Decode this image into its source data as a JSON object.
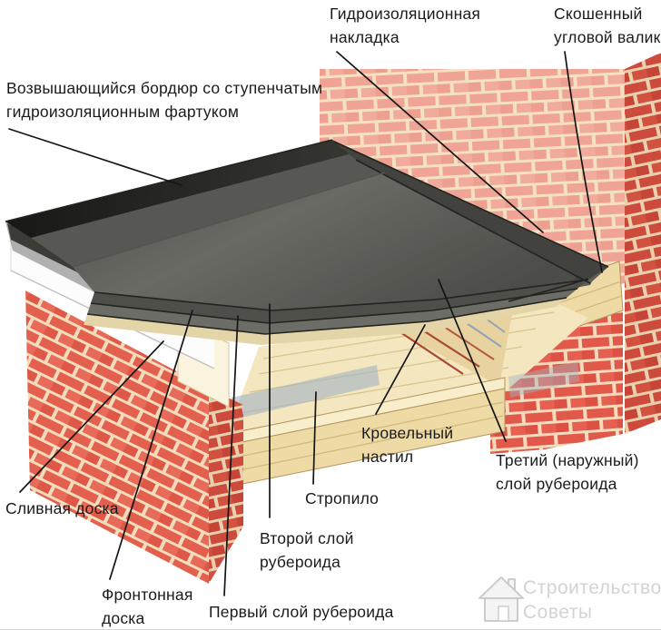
{
  "labels": {
    "nakladka": {
      "line1": "Гидроизоляционная",
      "line2": "накладка"
    },
    "valik": {
      "line1": "Скошенный",
      "line2": "угловой валик"
    },
    "bordur": {
      "line1": "Возвышающийся бордюр со ступенчатым",
      "line2": "гидроизоляционным фартуком"
    },
    "nastil": {
      "line1": "Кровельный",
      "line2": "настил"
    },
    "tretiy": {
      "line1": "Третий (наружный)",
      "line2": "слой рубероида"
    },
    "stropilo": {
      "line1": "Стропило"
    },
    "slivnaya": {
      "line1": "Сливная доска"
    },
    "vtoroy": {
      "line1": "Второй слой",
      "line2": "рубероида"
    },
    "frontonnaya": {
      "line1": "Фронтонная",
      "line2": "доска"
    },
    "perviy": {
      "line1": "Первый слой рубероида"
    }
  },
  "watermark": {
    "line1": "Строительство",
    "line2": "Советы",
    "icon": "house-icon"
  },
  "colors": {
    "brick_light": "#efa496",
    "brick_red": "#e2584a",
    "brick_dark": "#cd4b3c",
    "mortar": "#f4e0c2",
    "roof_dark": "#2f2f2b",
    "roof_field": "#8e8e88",
    "wood": "#eedaa4",
    "fascia_white": "#fcfcfc",
    "label_text": "#1b1b1b",
    "watermark_gray": "#d3d3d3",
    "leader_line": "#151515"
  }
}
